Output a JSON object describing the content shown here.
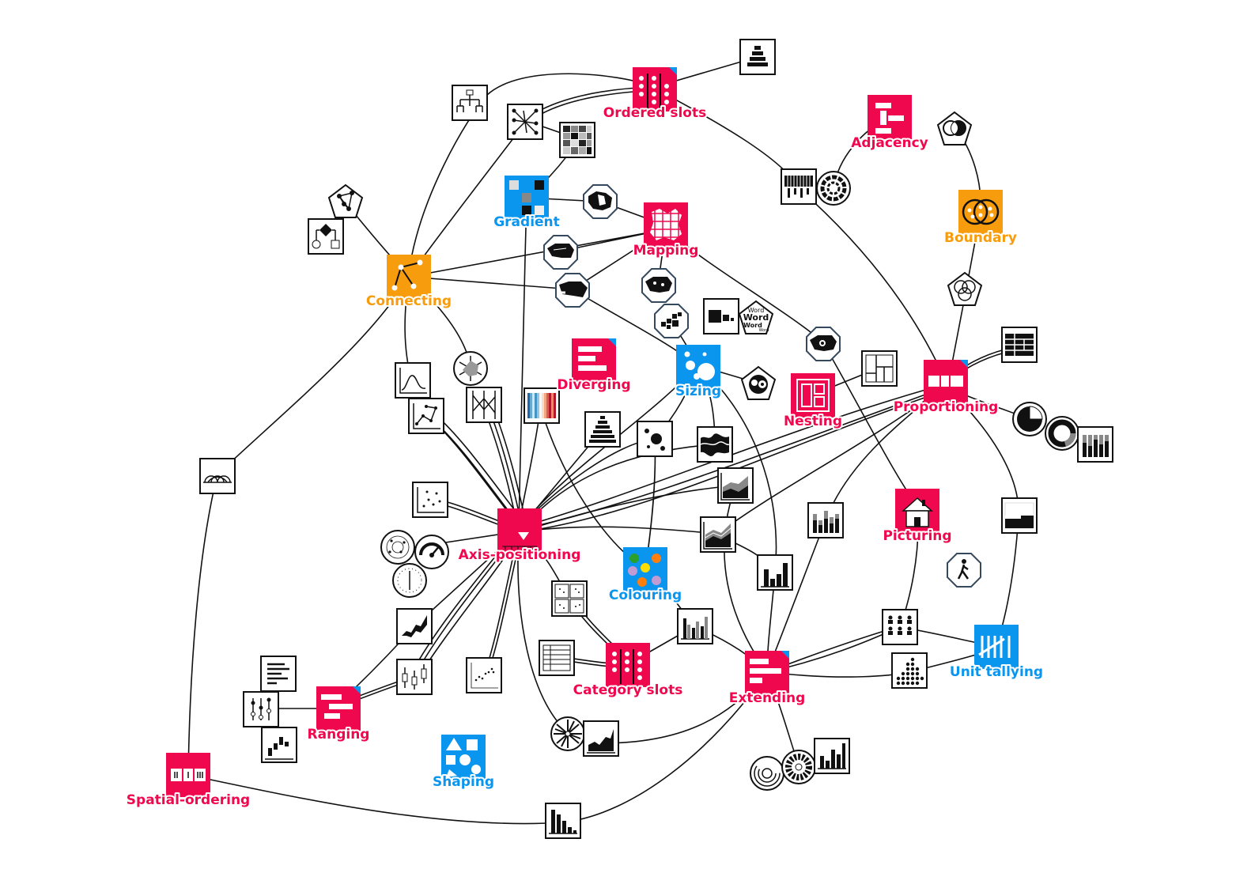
{
  "colors": {
    "red": "#f0084f",
    "blue": "#0a95ee",
    "orange": "#f79c0c",
    "ink": "#111111"
  },
  "hubs": [
    {
      "id": "ordered-slots",
      "label": "Ordered slots",
      "color": "red",
      "icon": "ordered-slots-icon"
    },
    {
      "id": "adjacency",
      "label": "Adjacency",
      "color": "red",
      "icon": "adjacency-icon"
    },
    {
      "id": "boundary",
      "label": "Boundary",
      "color": "orange",
      "icon": "boundary-icon"
    },
    {
      "id": "gradient",
      "label": "Gradient",
      "color": "blue",
      "icon": "gradient-icon"
    },
    {
      "id": "mapping",
      "label": "Mapping",
      "color": "red",
      "icon": "mapping-icon"
    },
    {
      "id": "connecting",
      "label": "Connecting",
      "color": "orange",
      "icon": "connecting-icon"
    },
    {
      "id": "diverging",
      "label": "Diverging",
      "color": "red",
      "icon": "diverging-icon"
    },
    {
      "id": "sizing",
      "label": "Sizing",
      "color": "blue",
      "icon": "sizing-icon"
    },
    {
      "id": "nesting",
      "label": "Nesting",
      "color": "red",
      "icon": "nesting-icon"
    },
    {
      "id": "proportioning",
      "label": "Proportioning",
      "color": "red",
      "icon": "proportioning-icon"
    },
    {
      "id": "axis-positioning",
      "label": "Axis-positioning",
      "color": "red",
      "icon": "axis-positioning-icon"
    },
    {
      "id": "picturing",
      "label": "Picturing",
      "color": "red",
      "icon": "picturing-icon"
    },
    {
      "id": "colouring",
      "label": "Colouring",
      "color": "blue",
      "icon": "colouring-icon"
    },
    {
      "id": "unit-tallying",
      "label": "Unit tallying",
      "color": "blue",
      "icon": "unit-tallying-icon"
    },
    {
      "id": "category-slots",
      "label": "Category slots",
      "color": "red",
      "icon": "category-slots-icon"
    },
    {
      "id": "extending",
      "label": "Extending",
      "color": "red",
      "icon": "extending-icon"
    },
    {
      "id": "ranging",
      "label": "Ranging",
      "color": "red",
      "icon": "ranging-icon"
    },
    {
      "id": "shaping",
      "label": "Shaping",
      "color": "blue",
      "icon": "shaping-icon"
    },
    {
      "id": "spatial-ordering",
      "label": "Spatial-ordering",
      "color": "red",
      "icon": "spatial-ordering-icon"
    }
  ],
  "chart_icons": [
    {
      "id": "word-cloud",
      "text_lines": [
        "Word",
        "Word",
        "Word",
        "Word"
      ]
    }
  ]
}
